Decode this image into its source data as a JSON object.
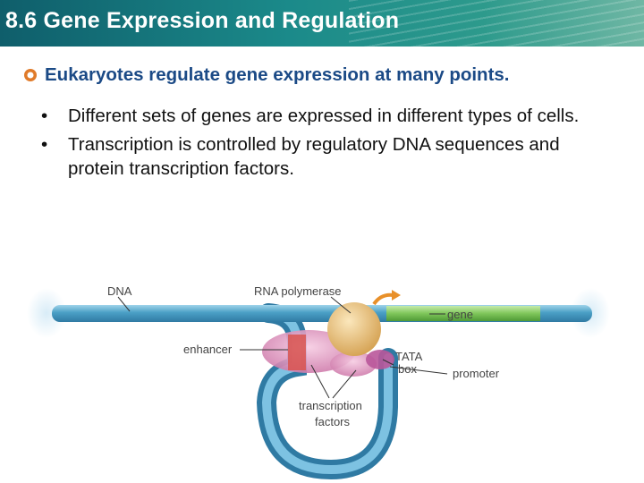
{
  "header": {
    "title": "8.6 Gene Expression and Regulation"
  },
  "subtitle": "Eukaryotes regulate gene expression at many points.",
  "bullets": [
    {
      "marker": "•",
      "text": "Different sets of genes are expressed in different types of cells."
    },
    {
      "marker": "•",
      "text": "Transcription is controlled by regulatory DNA sequences and protein transcription factors."
    }
  ],
  "diagram": {
    "labels": {
      "dna": "DNA",
      "rna_polymerase": "RNA polymerase",
      "gene": "gene",
      "enhancer": "enhancer",
      "tata_line1": "TATA",
      "tata_line2": "box",
      "promoter": "promoter",
      "tf_line1": "transcription",
      "tf_line2": "factors"
    },
    "colors": {
      "dna": "#4a9fc5",
      "gene": "#7fc65a",
      "enhancer": "#d9534f",
      "factors": "#d98ab8",
      "polymerase": "#e6b86a",
      "arrow": "#e8902a"
    }
  }
}
